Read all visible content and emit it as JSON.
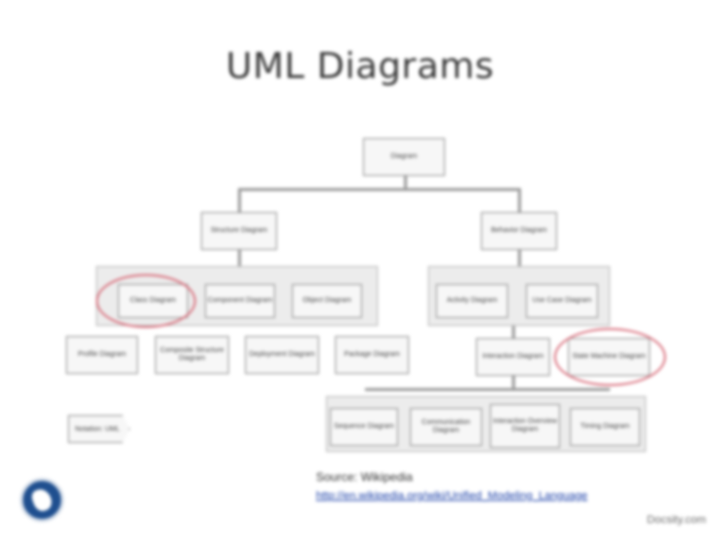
{
  "slide": {
    "title": "UML Diagrams"
  },
  "diagram": {
    "root": {
      "label": "Diagram"
    },
    "structure": {
      "label": "Structure Diagram"
    },
    "behavior": {
      "label": "Behavior Diagram"
    },
    "structure_children": [
      {
        "label": "Class Diagram"
      },
      {
        "label": "Component Diagram"
      },
      {
        "label": "Object Diagram"
      }
    ],
    "structure_grandchildren": [
      {
        "label": "Profile Diagram"
      },
      {
        "label": "Composite Structure Diagram"
      },
      {
        "label": "Deployment Diagram"
      },
      {
        "label": "Package Diagram"
      }
    ],
    "behavior_children": [
      {
        "label": "Activity Diagram"
      },
      {
        "label": "Use Case Diagram"
      }
    ],
    "behavior_mid": [
      {
        "label": "Interaction Diagram"
      },
      {
        "label": "State Machine Diagram"
      }
    ],
    "interaction_children": [
      {
        "label": "Sequence Diagram"
      },
      {
        "label": "Communication Diagram"
      },
      {
        "label": "Interaction Overview Diagram"
      },
      {
        "label": "Timing Diagram"
      }
    ],
    "note": "Notation: UML"
  },
  "source": {
    "label": "Source: Wikipedia",
    "link": "http://en.wikipedia.org/wiki/Unified_Modeling_Language"
  },
  "footer": {
    "brand": "Docsity.com"
  },
  "colors": {
    "highlight": "#d9717e",
    "link": "#1a3fa8"
  }
}
